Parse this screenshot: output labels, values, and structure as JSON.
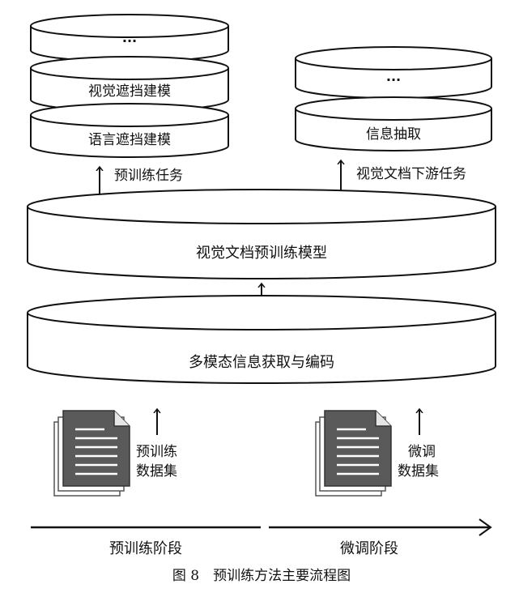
{
  "pretrain_tasks": {
    "ellipsis": "···",
    "visual_mask": "视觉遮挡建模",
    "language_mask": "语言遮挡建模",
    "label": "预训练任务"
  },
  "downstream_tasks": {
    "ellipsis": "···",
    "info_extraction": "信息抽取",
    "label": "视觉文档下游任务"
  },
  "model": "视觉文档预训练模型",
  "encoder": "多模态信息获取与编码",
  "datasets": {
    "pretrain_line1": "预训练",
    "pretrain_line2": "数据集",
    "finetune_line1": "微调",
    "finetune_line2": "数据集"
  },
  "stages": {
    "pretrain": "预训练阶段",
    "finetune": "微调阶段"
  },
  "caption": "图 8　预训练方法主要流程图"
}
